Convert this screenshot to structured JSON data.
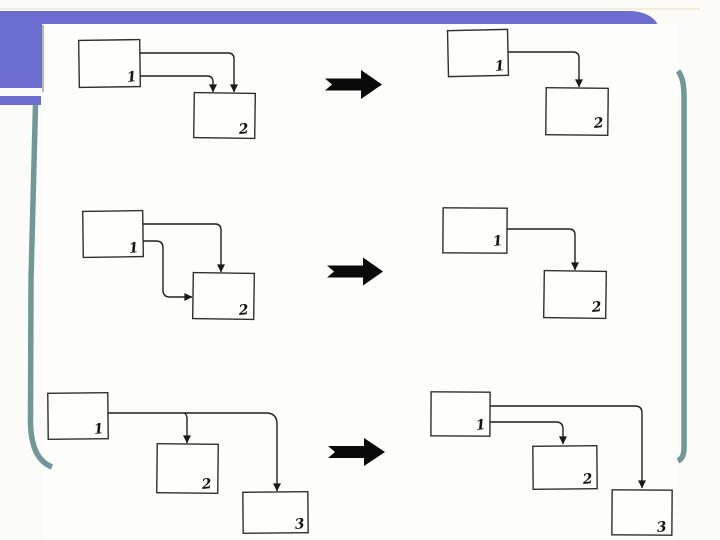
{
  "theme": {
    "accent_band_purple": "#6c6ecf",
    "accent_border_teal": "#6f9898",
    "diagram_ink": "#1f1f1f",
    "background": "#fbfbf8"
  },
  "rows": [
    {
      "before": {
        "boxes": [
          {
            "label": "1"
          },
          {
            "label": "2"
          }
        ],
        "links": [
          {
            "from": "1",
            "to": "2",
            "enters": "top"
          },
          {
            "from": "1",
            "to": "2",
            "enters": "top"
          }
        ]
      },
      "after": {
        "boxes": [
          {
            "label": "1"
          },
          {
            "label": "2"
          }
        ],
        "links": [
          {
            "from": "1",
            "to": "2",
            "enters": "top"
          }
        ]
      }
    },
    {
      "before": {
        "boxes": [
          {
            "label": "1"
          },
          {
            "label": "2"
          }
        ],
        "links": [
          {
            "from": "1",
            "to": "2",
            "enters": "top"
          },
          {
            "from": "1",
            "to": "2",
            "enters": "left"
          }
        ]
      },
      "after": {
        "boxes": [
          {
            "label": "1"
          },
          {
            "label": "2"
          }
        ],
        "links": [
          {
            "from": "1",
            "to": "2",
            "enters": "top"
          }
        ]
      }
    },
    {
      "before": {
        "boxes": [
          {
            "label": "1"
          },
          {
            "label": "2"
          },
          {
            "label": "3"
          }
        ],
        "links": [
          {
            "from": "1",
            "to": "2",
            "enters": "top"
          },
          {
            "from": "1",
            "to": "3",
            "enters": "top"
          }
        ]
      },
      "after": {
        "boxes": [
          {
            "label": "1"
          },
          {
            "label": "2"
          },
          {
            "label": "3"
          }
        ],
        "links": [
          {
            "from": "1",
            "to": "2",
            "enters": "top"
          },
          {
            "from": "1",
            "to": "3",
            "enters": "top"
          }
        ]
      }
    }
  ]
}
